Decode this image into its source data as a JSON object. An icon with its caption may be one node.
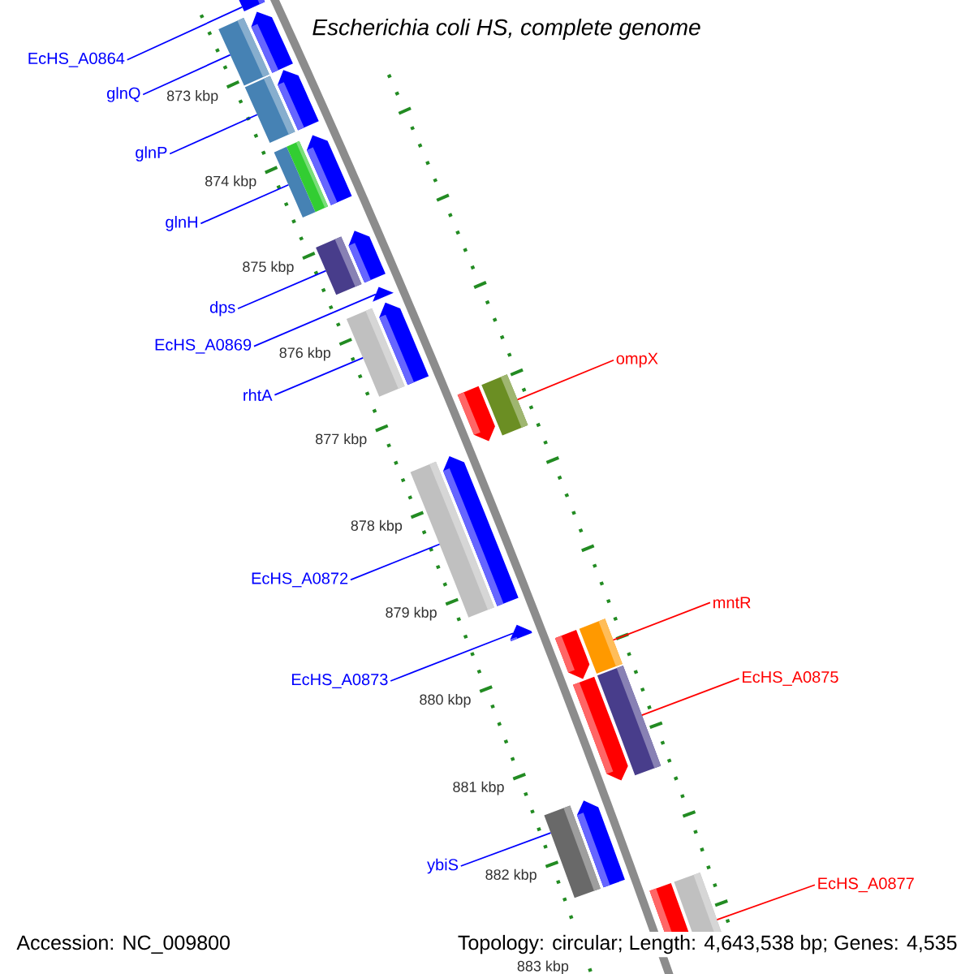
{
  "diagram": {
    "title": "Escherichia coli HS, complete genome",
    "nodes": [
      {
        "text": [
          "EcHS_A0864"
        ]
      },
      {
        "text": [],
        "shape": "bar"
      },
      {
        "text": [
          "glnQ"
        ]
      },
      {
        "text": [],
        "shape": "bar"
      },
      {
        "text": [
          "glnP"
        ]
      },
      {
        "text": [],
        "shape": "bar"
      },
      {
        "text": [
          "glnH"
        ]
      },
      {
        "text": [],
        "shape": "bar"
      },
      {
        "text": [
          "dps"
        ]
      },
      {
        "text": [],
        "shape": "bar"
      },
      {
        "text": [
          "EcHS_A0869"
        ]
      },
      {
        "text": [],
        "shape": "triangle"
      },
      {
        "text": [
          "ompX"
        ]
      },
      {
        "text": [],
        "shape": "bar"
      },
      {
        "text": [
          "rhtA"
        ]
      },
      {
        "text": [],
        "shape": "bar"
      },
      {
        "text": [
          "EcHS_A0872"
        ]
      },
      {
        "text": [],
        "shape": "bar"
      },
      {
        "text": [
          "mntR"
        ]
      },
      {
        "text": [],
        "shape": "bar"
      },
      {
        "text": [
          "EcHS_A0875"
        ]
      },
      {
        "text": [],
        "shape": "bar"
      },
      {
        "text": [
          "EcHS_A0873"
        ]
      },
      {
        "text": [],
        "shape": "triangle"
      },
      {
        "text": [
          "ybiS"
        ]
      },
      {
        "text": [],
        "shape": "bar"
      },
      {
        "text": [
          "EcHS_A0877"
        ]
      },
      {
        "text": [],
        "shape": "bar"
      }
    ],
    "edges": [
      {
        "from": 0,
        "to": 1,
        "arrow": "none"
      },
      {
        "from": 2,
        "to": 3,
        "arrow": "none"
      },
      {
        "from": 4,
        "to": 5,
        "arrow": "none"
      },
      {
        "from": 6,
        "to": 7,
        "arrow": "none"
      },
      {
        "from": 8,
        "to": 9,
        "arrow": "none"
      },
      {
        "from": 10,
        "to": 11,
        "arrow": "none"
      },
      {
        "from": 12,
        "to": 13,
        "arrow": "none",
        "color": "#ff0000"
      },
      {
        "from": 14,
        "to": 15,
        "arrow": "none"
      },
      {
        "from": 16,
        "to": 17,
        "arrow": "none"
      },
      {
        "from": 18,
        "to": 19,
        "arrow": "none",
        "color": "#ff0000"
      },
      {
        "from": 20,
        "to": 21,
        "arrow": "none",
        "color": "#ff0000"
      },
      {
        "from": 22,
        "to": 23,
        "arrow": "none"
      },
      {
        "from": 24,
        "to": 25,
        "arrow": "none"
      },
      {
        "from": 26,
        "to": 27,
        "arrow": "none",
        "color": "#ff0000"
      }
    ],
    "labels": [
      "873 kbp",
      "874 kbp",
      "875 kbp",
      "876 kbp",
      "877 kbp",
      "878 kbp",
      "879 kbp",
      "880 kbp",
      "881 kbp",
      "882 kbp",
      "883 kbp",
      "Accession: NC_009800",
      "Topology: circular; Length: 4,643,538 bp; Genes: 4,535"
    ]
  }
}
